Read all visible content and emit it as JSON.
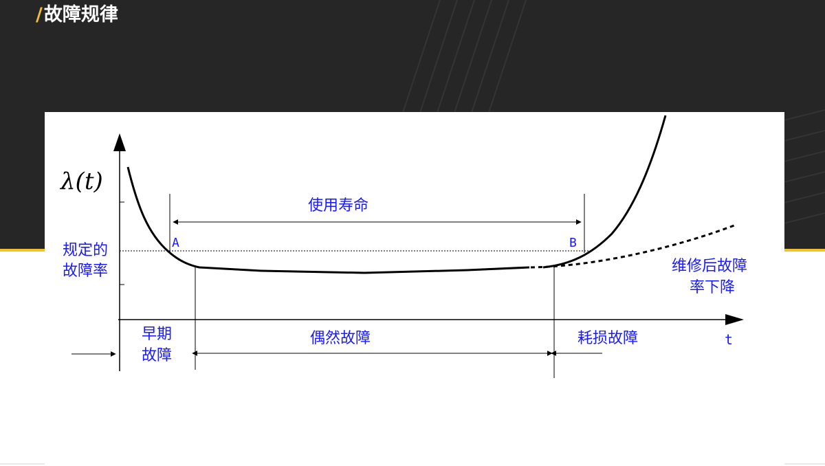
{
  "slide": {
    "title_slash": "/",
    "title": "故障规律",
    "colors": {
      "background_dark": "#262626",
      "accent_yellow": "#f2c12e",
      "label_blue": "#1a1aff",
      "curve": "#000000"
    }
  },
  "diagram": {
    "y_axis_label": "λ(t)",
    "x_axis_label": "t",
    "rated_failure_rate_line1": "规定的",
    "rated_failure_rate_line2": "故障率",
    "point_a": "A",
    "point_b": "B",
    "useful_life": "使用寿命",
    "early_failure_line1": "早期",
    "early_failure_line2": "故障",
    "random_failure": "偶然故障",
    "wearout_failure": "耗损故障",
    "after_repair_line1": "维修后故障",
    "after_repair_line2": "率下降"
  }
}
